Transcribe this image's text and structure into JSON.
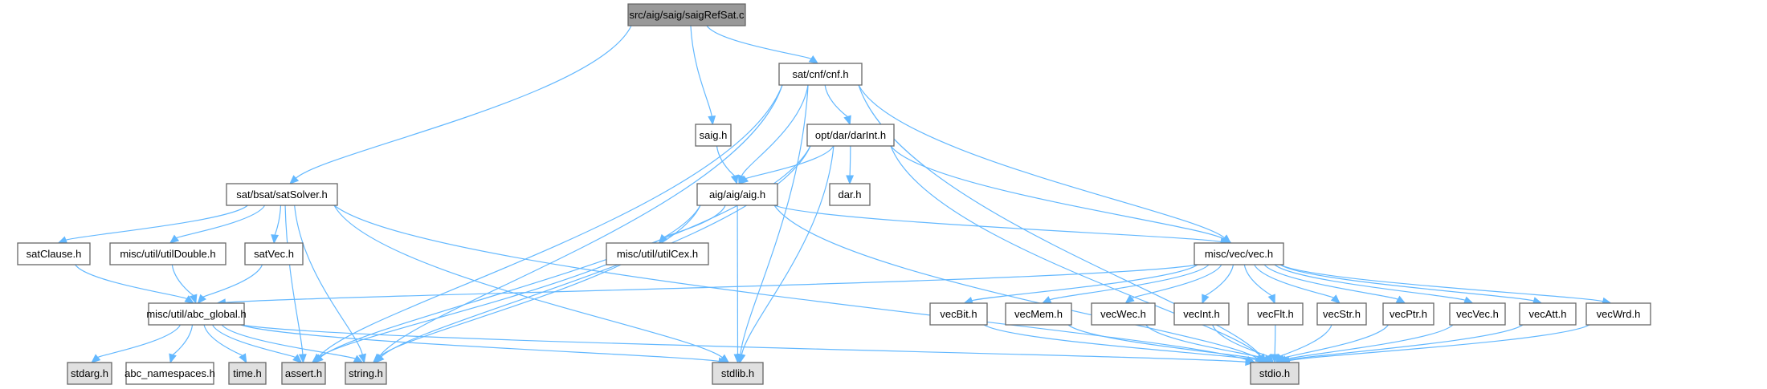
{
  "title": "src/aig/saig/saigRefSat.c",
  "colors": {
    "edge": "#63b8ff",
    "root_fill": "#999999",
    "node_fill": "#ffffff",
    "system_fill": "#e0e0e0",
    "border": "#666666"
  },
  "nodes": [
    {
      "id": "saigRefSat",
      "label": "src/aig/saig/saigRefSat.c",
      "kind": "root"
    },
    {
      "id": "cnf",
      "label": "sat/cnf/cnf.h",
      "kind": "local"
    },
    {
      "id": "saig",
      "label": "saig.h",
      "kind": "local"
    },
    {
      "id": "darInt",
      "label": "opt/dar/darInt.h",
      "kind": "local"
    },
    {
      "id": "satSolver",
      "label": "sat/bsat/satSolver.h",
      "kind": "local"
    },
    {
      "id": "aig",
      "label": "aig/aig/aig.h",
      "kind": "local"
    },
    {
      "id": "dar",
      "label": "dar.h",
      "kind": "local"
    },
    {
      "id": "satClause",
      "label": "satClause.h",
      "kind": "local"
    },
    {
      "id": "utilDouble",
      "label": "misc/util/utilDouble.h",
      "kind": "local"
    },
    {
      "id": "satVec",
      "label": "satVec.h",
      "kind": "local"
    },
    {
      "id": "utilCex",
      "label": "misc/util/utilCex.h",
      "kind": "local"
    },
    {
      "id": "vec",
      "label": "misc/vec/vec.h",
      "kind": "local"
    },
    {
      "id": "abc_global",
      "label": "misc/util/abc_global.h",
      "kind": "local"
    },
    {
      "id": "vecBit",
      "label": "vecBit.h",
      "kind": "local"
    },
    {
      "id": "vecMem",
      "label": "vecMem.h",
      "kind": "local"
    },
    {
      "id": "vecWec",
      "label": "vecWec.h",
      "kind": "local"
    },
    {
      "id": "vecInt",
      "label": "vecInt.h",
      "kind": "local"
    },
    {
      "id": "vecFlt",
      "label": "vecFlt.h",
      "kind": "local"
    },
    {
      "id": "vecStr",
      "label": "vecStr.h",
      "kind": "local"
    },
    {
      "id": "vecPtr",
      "label": "vecPtr.h",
      "kind": "local"
    },
    {
      "id": "vecVec",
      "label": "vecVec.h",
      "kind": "local"
    },
    {
      "id": "vecAtt",
      "label": "vecAtt.h",
      "kind": "local"
    },
    {
      "id": "vecWrd",
      "label": "vecWrd.h",
      "kind": "local"
    },
    {
      "id": "stdarg",
      "label": "stdarg.h",
      "kind": "system"
    },
    {
      "id": "abc_namespaces",
      "label": "abc_namespaces.h",
      "kind": "local"
    },
    {
      "id": "time",
      "label": "time.h",
      "kind": "system"
    },
    {
      "id": "assert",
      "label": "assert.h",
      "kind": "system"
    },
    {
      "id": "string",
      "label": "string.h",
      "kind": "system"
    },
    {
      "id": "stdlib",
      "label": "stdlib.h",
      "kind": "system"
    },
    {
      "id": "stdio",
      "label": "stdio.h",
      "kind": "system"
    }
  ],
  "edges": [
    [
      "saigRefSat",
      "cnf"
    ],
    [
      "saigRefSat",
      "saig"
    ],
    [
      "saigRefSat",
      "satSolver"
    ],
    [
      "cnf",
      "darInt"
    ],
    [
      "cnf",
      "aig"
    ],
    [
      "cnf",
      "vec"
    ],
    [
      "cnf",
      "assert"
    ],
    [
      "cnf",
      "string"
    ],
    [
      "cnf",
      "stdlib"
    ],
    [
      "cnf",
      "stdio"
    ],
    [
      "saig",
      "aig"
    ],
    [
      "darInt",
      "aig"
    ],
    [
      "darInt",
      "dar"
    ],
    [
      "darInt",
      "vec"
    ],
    [
      "darInt",
      "assert"
    ],
    [
      "darInt",
      "string"
    ],
    [
      "darInt",
      "stdlib"
    ],
    [
      "darInt",
      "stdio"
    ],
    [
      "satSolver",
      "satClause"
    ],
    [
      "satSolver",
      "utilDouble"
    ],
    [
      "satSolver",
      "satVec"
    ],
    [
      "satSolver",
      "assert"
    ],
    [
      "satSolver",
      "string"
    ],
    [
      "satSolver",
      "stdlib"
    ],
    [
      "satSolver",
      "stdio"
    ],
    [
      "aig",
      "utilCex"
    ],
    [
      "aig",
      "vec"
    ],
    [
      "aig",
      "assert"
    ],
    [
      "aig",
      "string"
    ],
    [
      "aig",
      "stdlib"
    ],
    [
      "aig",
      "stdio"
    ],
    [
      "satClause",
      "abc_global"
    ],
    [
      "utilDouble",
      "abc_global"
    ],
    [
      "satVec",
      "abc_global"
    ],
    [
      "vec",
      "abc_global"
    ],
    [
      "vec",
      "vecBit"
    ],
    [
      "vec",
      "vecMem"
    ],
    [
      "vec",
      "vecWec"
    ],
    [
      "vec",
      "vecInt"
    ],
    [
      "vec",
      "vecFlt"
    ],
    [
      "vec",
      "vecStr"
    ],
    [
      "vec",
      "vecPtr"
    ],
    [
      "vec",
      "vecVec"
    ],
    [
      "vec",
      "vecAtt"
    ],
    [
      "vec",
      "vecWrd"
    ],
    [
      "abc_global",
      "stdarg"
    ],
    [
      "abc_global",
      "abc_namespaces"
    ],
    [
      "abc_global",
      "time"
    ],
    [
      "abc_global",
      "assert"
    ],
    [
      "abc_global",
      "string"
    ],
    [
      "abc_global",
      "stdlib"
    ],
    [
      "abc_global",
      "stdio"
    ],
    [
      "vecBit",
      "stdio"
    ],
    [
      "vecMem",
      "stdio"
    ],
    [
      "vecWec",
      "stdio"
    ],
    [
      "vecInt",
      "stdio"
    ],
    [
      "vecFlt",
      "stdio"
    ],
    [
      "vecStr",
      "stdio"
    ],
    [
      "vecPtr",
      "stdio"
    ],
    [
      "vecVec",
      "stdio"
    ],
    [
      "vecAtt",
      "stdio"
    ],
    [
      "vecWrd",
      "stdio"
    ]
  ]
}
